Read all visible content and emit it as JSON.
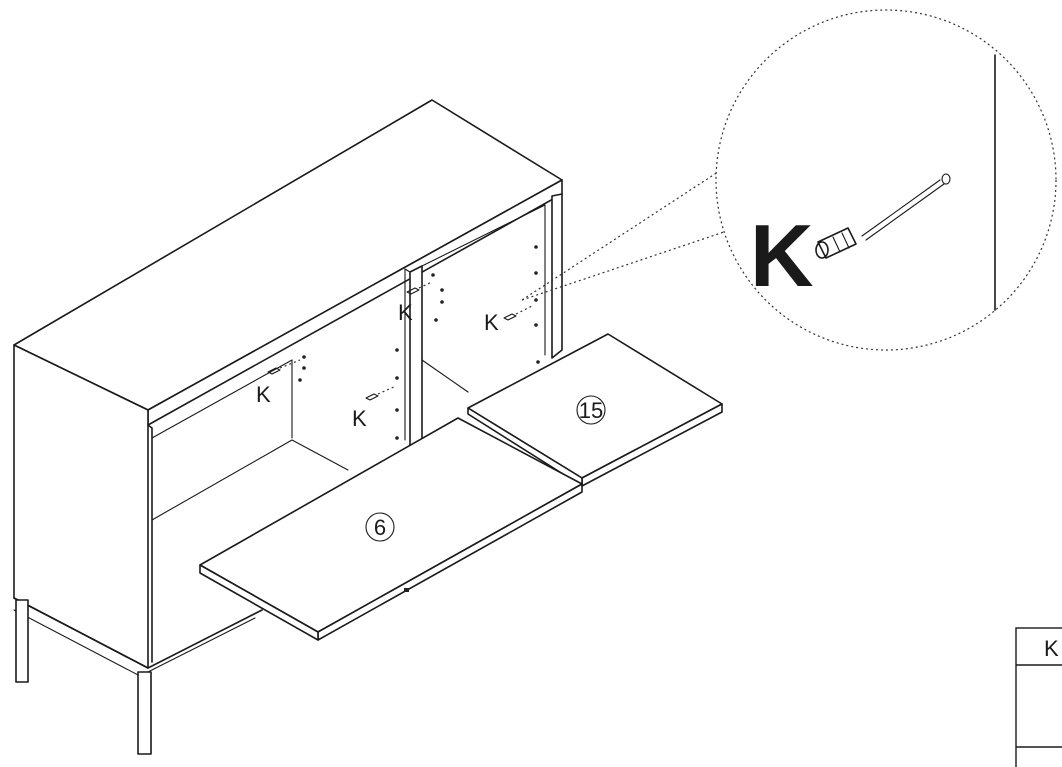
{
  "labels": {
    "part_k": "K",
    "detail_k": "K",
    "table_header": "K"
  },
  "parts": {
    "bottom_panel": "6",
    "shelf_panel": "15"
  }
}
